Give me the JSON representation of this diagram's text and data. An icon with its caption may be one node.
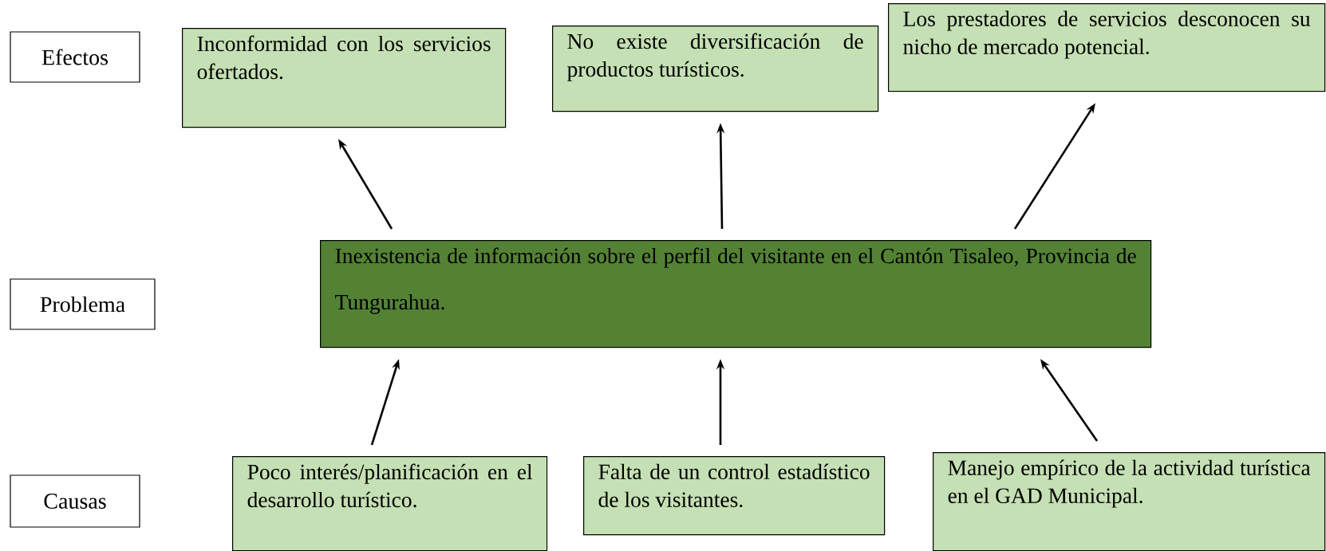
{
  "diagram": {
    "nodes": [
      {
        "text": [
          "Efectos"
        ]
      },
      {
        "text": [
          "Inconformidad con los servicios ofertados."
        ]
      },
      {
        "text": [
          "No existe diversificación de productos turísticos."
        ]
      },
      {
        "text": [
          "Los prestadores de servicios desconocen su nicho de mercado potencial."
        ]
      },
      {
        "text": [
          "Problema"
        ]
      },
      {
        "text": [
          "Inexistencia de información sobre el perfil del visitante en el Cantón Tisaleo, Provincia de Tungurahua."
        ]
      },
      {
        "text": [
          "Causas"
        ]
      },
      {
        "text": [
          "Poco interés/planificación en el desarrollo turístico."
        ]
      },
      {
        "text": [
          "Falta de un control estadístico de los visitantes."
        ]
      },
      {
        "text": [
          "Manejo empírico de la actividad turística en el GAD Municipal."
        ]
      }
    ],
    "edges": [
      {
        "from": 5,
        "to": 1,
        "arrow": "to"
      },
      {
        "from": 5,
        "to": 2,
        "arrow": "to"
      },
      {
        "from": 5,
        "to": 3,
        "arrow": "to"
      },
      {
        "from": 7,
        "to": 5,
        "arrow": "to"
      },
      {
        "from": 8,
        "to": 5,
        "arrow": "to"
      },
      {
        "from": 9,
        "to": 5,
        "arrow": "to"
      }
    ]
  }
}
